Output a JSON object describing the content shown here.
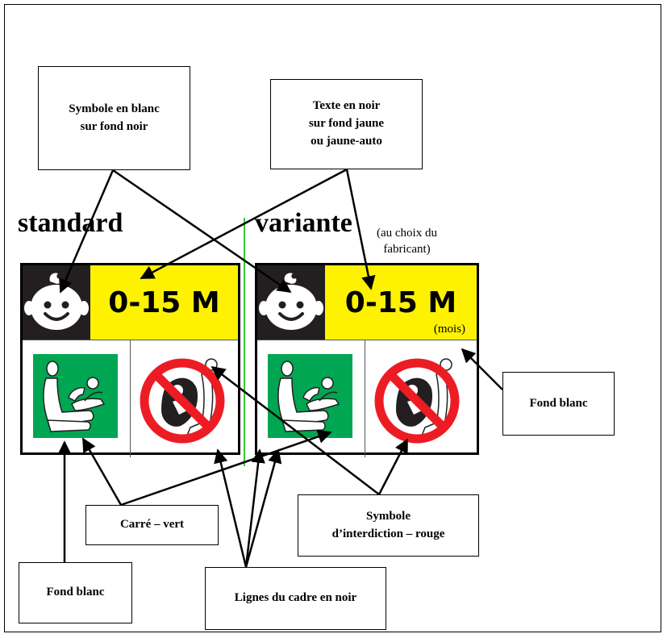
{
  "titles": {
    "standard": "standard",
    "variante": "variante",
    "variante_note": "(au choix du\nfabricant)"
  },
  "labels": {
    "age": "0-15 M",
    "mois_note": "(mois)"
  },
  "callouts": {
    "symbole_blanc": "Symbole en blanc\nsur fond noir",
    "texte_noir": "Texte en noir\nsur fond jaune\nou jaune-auto",
    "fond_blanc_right": "Fond blanc",
    "carre_vert": "Carré – vert",
    "symbole_interdiction": "Symbole\nd’interdiction – rouge",
    "fond_blanc_bottom": "Fond blanc",
    "lignes_cadre": "Lignes du cadre en noir"
  },
  "colors": {
    "black": "#231f20",
    "yellow": "#fff200",
    "green": "#00a651",
    "red": "#ed1c24",
    "divider": "#33cc33"
  }
}
